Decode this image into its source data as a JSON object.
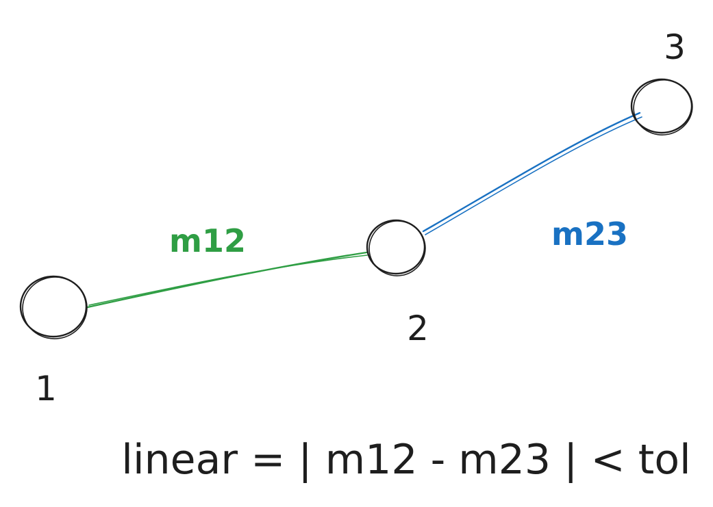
{
  "colors": {
    "ink": "#1e1e1e",
    "green": "#2f9e44",
    "blue": "#1971c2"
  },
  "nodes": [
    {
      "id": "1",
      "label": "1"
    },
    {
      "id": "2",
      "label": "2"
    },
    {
      "id": "3",
      "label": "3"
    }
  ],
  "edges": [
    {
      "from": "1",
      "to": "2",
      "label": "m12",
      "color": "#2f9e44"
    },
    {
      "from": "2",
      "to": "3",
      "label": "m23",
      "color": "#1971c2"
    }
  ],
  "formula": "linear = | m12 - m23 | < tol"
}
